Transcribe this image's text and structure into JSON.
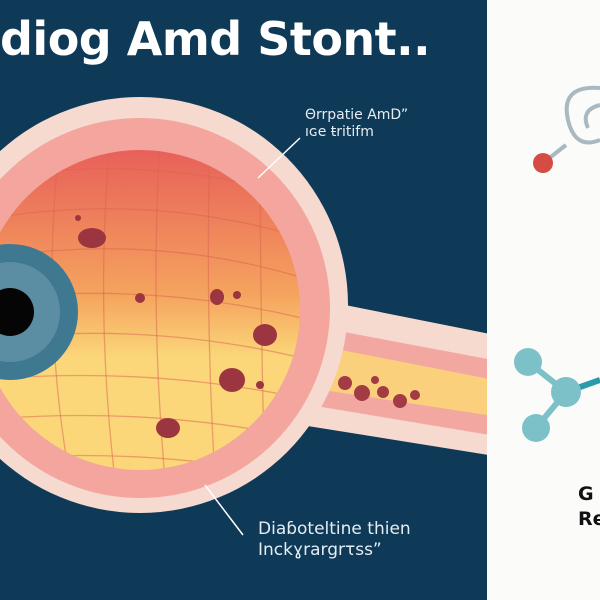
{
  "title": "diog Amd Stont..",
  "labels": {
    "top_right": {
      "line1": "Θrrpatie AmD”",
      "line2": "ıɢe ŧritifm"
    },
    "bottom": {
      "line1": "Diaɓoteltine thien",
      "line2": "Inckɣrargrτss”"
    }
  },
  "side_labels": [
    "G",
    "Re"
  ],
  "colors": {
    "panel": "#0e3a58",
    "retina_top": "#e8615a",
    "retina_bottom": "#fbd77a",
    "iris": "#3f7891",
    "lesion": "#9b3540",
    "molecule": "#7dc1c8",
    "dot": "#d54c45"
  }
}
